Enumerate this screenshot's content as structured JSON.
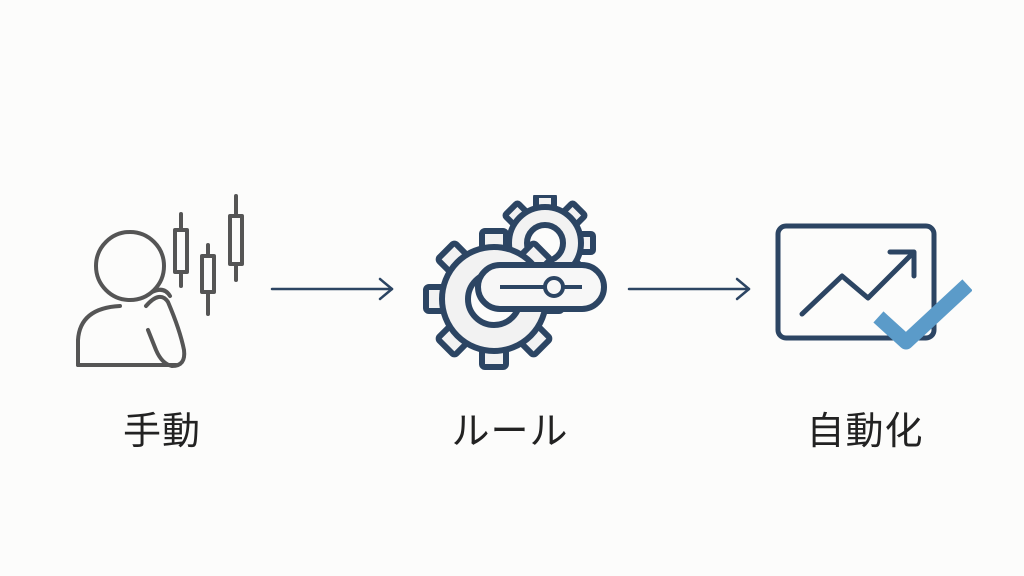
{
  "steps": [
    {
      "label": "手動",
      "icon": "person-thinking-candlestick-icon"
    },
    {
      "label": "ルール",
      "icon": "gears-toggle-icon"
    },
    {
      "label": "自動化",
      "icon": "chart-check-icon"
    }
  ],
  "colors": {
    "person_stroke": "#555555",
    "navy": "#2c4563",
    "gear_fill": "#f2f2f2",
    "check_blue": "#5b9bc9",
    "label_text": "#222222"
  }
}
